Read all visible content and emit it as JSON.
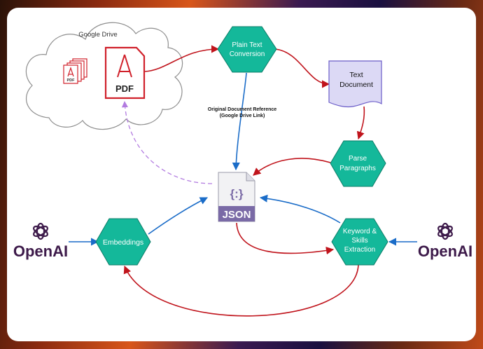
{
  "cloud": {
    "title": "Google Drive"
  },
  "files": {
    "small_label": "PDF",
    "big_label": "PDF"
  },
  "nodes": {
    "plain_text": {
      "line1": "Plain Text",
      "line2": "Conversion"
    },
    "text_doc": {
      "line1": "Text",
      "line2": "Document"
    },
    "parse": {
      "line1": "Parse",
      "line2": "Paragraphs"
    },
    "embeddings": {
      "label": "Embeddings"
    },
    "keyword": {
      "line1": "Keyword &",
      "line2": "Skills",
      "line3": "Extraction"
    },
    "json": {
      "label": "JSON",
      "glyph": "{:}"
    }
  },
  "edge_label": {
    "line1": "Original Document Reference",
    "line2": "(Google Drive Link)"
  },
  "brands": {
    "left": "OpenAI",
    "right": "OpenAI"
  },
  "colors": {
    "hex_fill": "#14b89a",
    "hex_stroke": "#0d7d68",
    "red_arrow": "#c0141c",
    "blue_arrow": "#1a6cc8",
    "purple_dash": "#b27be0",
    "pdf_red": "#d0202a",
    "doc_fill": "#dcd9f5",
    "doc_stroke": "#6a5cc8",
    "json_purple": "#7a6aa6",
    "openai_text": "#3d1a4a"
  },
  "icons": [
    "cloud-icon",
    "pdf-stack-icon",
    "pdf-icon",
    "json-file-icon",
    "openai-logo-icon",
    "document-icon"
  ]
}
